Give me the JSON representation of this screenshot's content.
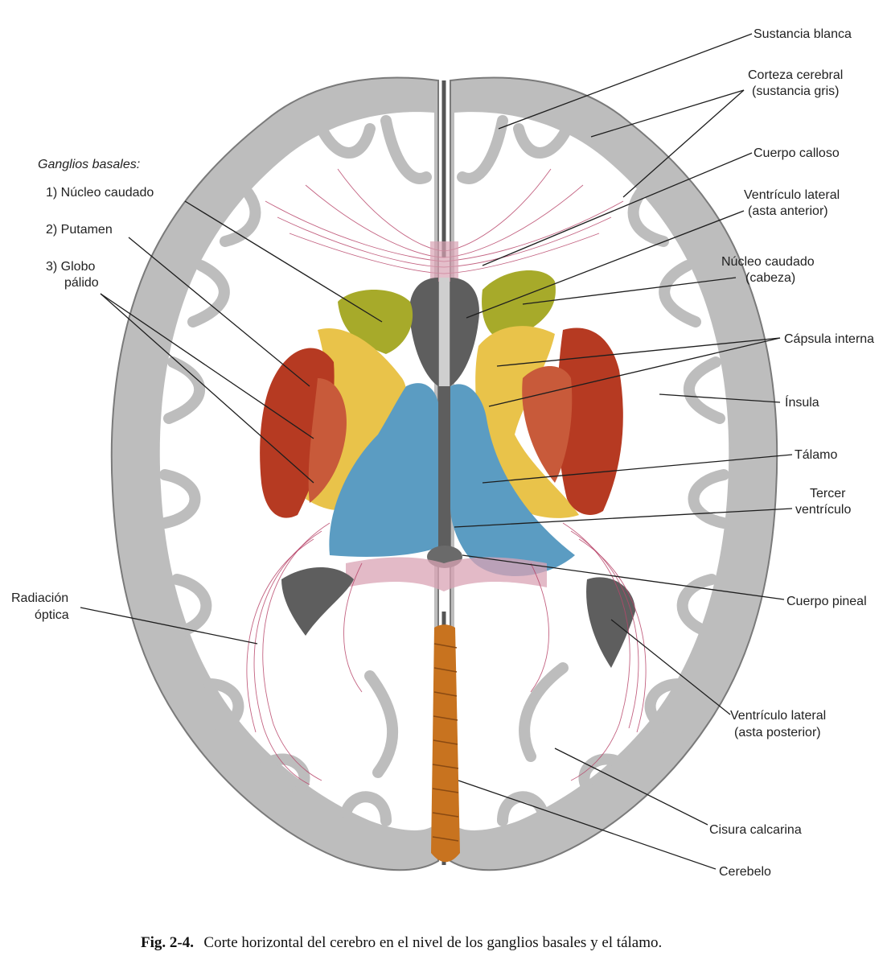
{
  "left_labels": {
    "group_title": "Ganglios basales:",
    "nucleo_caudado": "1) Núcleo caudado",
    "putamen": "2) Putamen",
    "globo_line1": "3) Globo",
    "globo_line2": "pálido",
    "radiacion_line1": "Radiación",
    "radiacion_line2": "óptica"
  },
  "right_labels": {
    "sustancia_blanca": "Sustancia blanca",
    "corteza_line1": "Corteza cerebral",
    "corteza_line2": "(sustancia gris)",
    "cuerpo_calloso": "Cuerpo calloso",
    "ventriculo_ant_line1": "Ventrículo lateral",
    "ventriculo_ant_line2": "(asta anterior)",
    "nucleo_cabeza_line1": "Núcleo caudado",
    "nucleo_cabeza_line2": "(cabeza)",
    "capsula_interna": "Cápsula interna",
    "insula": "Ínsula",
    "talamo": "Tálamo",
    "tercer_line1": "Tercer",
    "tercer_line2": "ventrículo",
    "cuerpo_pineal": "Cuerpo pineal",
    "ventriculo_post_line1": "Ventrículo lateral",
    "ventriculo_post_line2": "(asta posterior)",
    "cisura_calcarina": "Cisura calcarina",
    "cerebelo": "Cerebelo"
  },
  "caption": {
    "number": "Fig. 2-4.",
    "text": "Corte horizontal del cerebro en el nivel de los ganglios basales y el tálamo."
  },
  "colors": {
    "cortex_gray": "#bdbdbd",
    "white_matter": "#ffffff",
    "ventricle_dark": "#5e5e5e",
    "caudate": "#a7aa2a",
    "putamen": "#b63a22",
    "internal_capsule": "#e9c34a",
    "thalamus": "#5b9cc2",
    "cerebellum": "#c8731f",
    "fibers": "#b8476b"
  }
}
